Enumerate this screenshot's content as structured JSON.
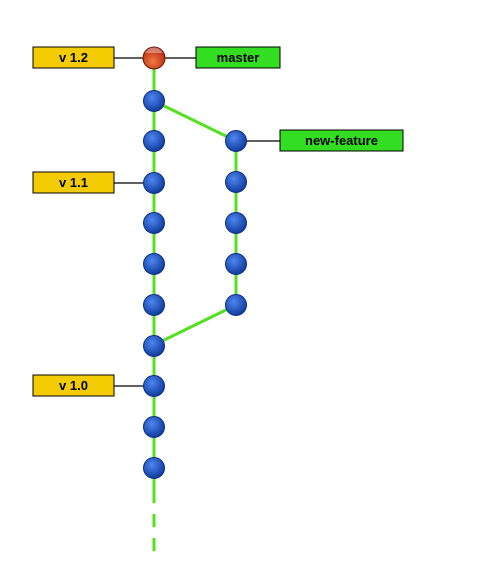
{
  "colors": {
    "edge": "#55e01f",
    "commit": "#1a4fc4",
    "head_commit": "#d93d1a",
    "tag_fill": "#f2cc00",
    "branch_fill": "#33dd22",
    "outline": "#000000"
  },
  "tags": [
    {
      "text": "v 1.2"
    },
    {
      "text": "v 1.1"
    },
    {
      "text": "v 1.0"
    }
  ],
  "branches": [
    {
      "text": "master"
    },
    {
      "text": "new-feature"
    }
  ]
}
